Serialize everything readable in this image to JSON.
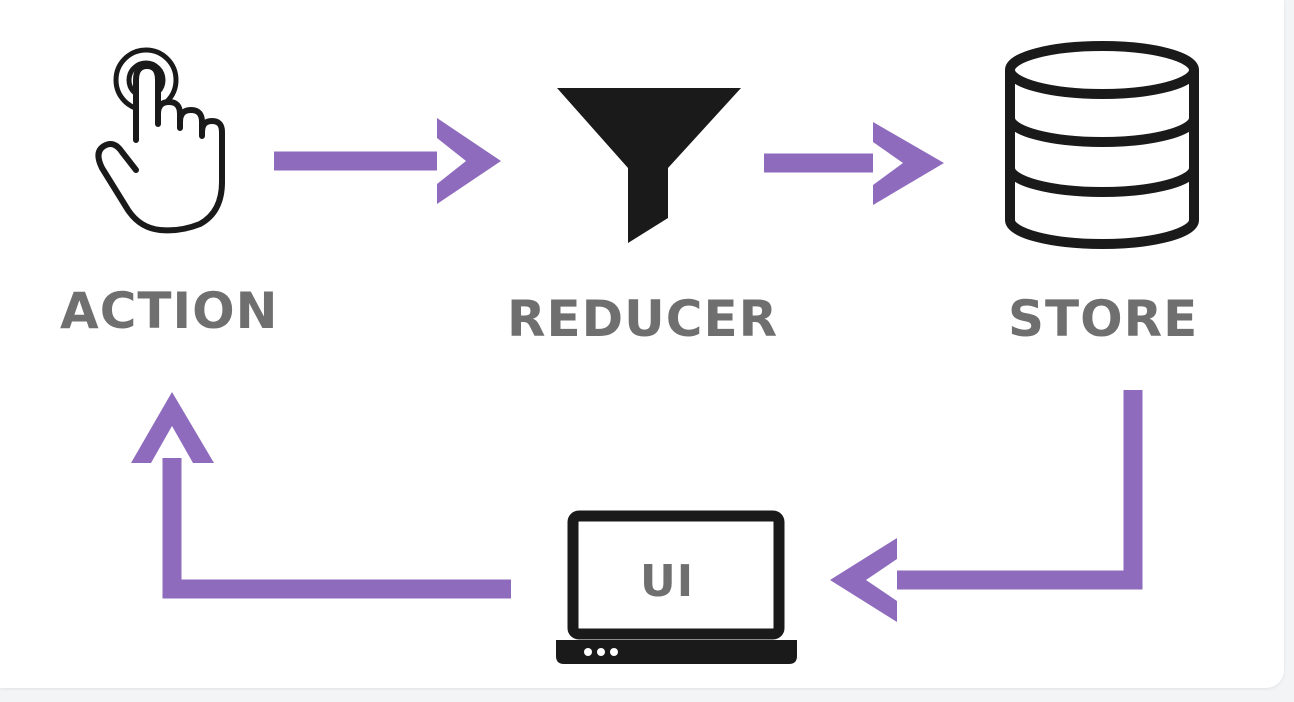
{
  "diagram": {
    "nodes": {
      "action": {
        "label": "ACTION",
        "icon": "hand-pointer-icon"
      },
      "reducer": {
        "label": "REDUCER",
        "icon": "funnel-icon"
      },
      "store": {
        "label": "STORE",
        "icon": "database-icon"
      },
      "ui": {
        "label": "UI",
        "icon": "laptop-icon"
      }
    },
    "edges": [
      {
        "from": "action",
        "to": "reducer"
      },
      {
        "from": "reducer",
        "to": "store"
      },
      {
        "from": "store",
        "to": "ui"
      },
      {
        "from": "ui",
        "to": "action"
      }
    ]
  },
  "colors": {
    "arrow": "#8e6bbd",
    "label": "#6f6f6f",
    "icon": "#1a1a1a",
    "background": "#ffffff"
  }
}
